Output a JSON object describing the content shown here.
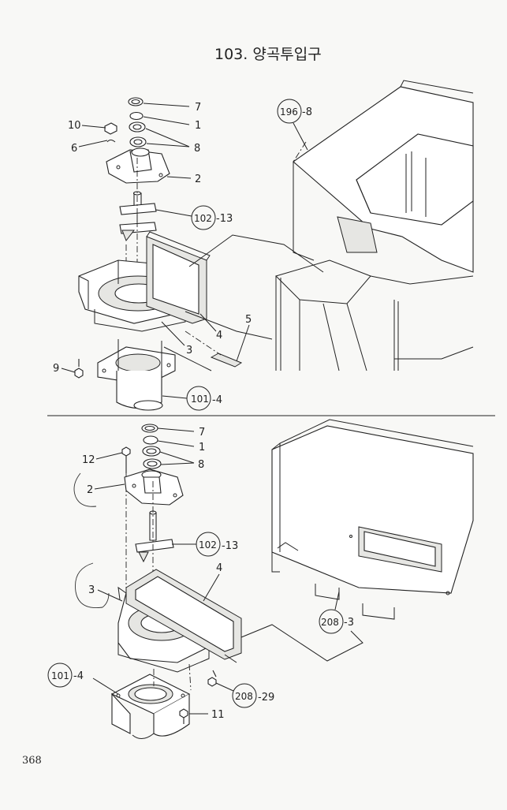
{
  "page": {
    "title": "103. 양곡투입구",
    "page_number": "368"
  },
  "top_view": {
    "callouts": [
      {
        "id": "t7",
        "label": "7"
      },
      {
        "id": "t1",
        "label": "1"
      },
      {
        "id": "t8",
        "label": "8"
      },
      {
        "id": "t10",
        "label": "10"
      },
      {
        "id": "t6",
        "label": "6"
      },
      {
        "id": "t2",
        "label": "2"
      },
      {
        "id": "t4",
        "label": "4"
      },
      {
        "id": "t5",
        "label": "5"
      },
      {
        "id": "t3",
        "label": "3"
      },
      {
        "id": "t9",
        "label": "9"
      }
    ],
    "references": [
      {
        "id": "tr196",
        "ref": "196",
        "suffix": "-8"
      },
      {
        "id": "tr102",
        "ref": "102",
        "suffix": "-13"
      },
      {
        "id": "tr101",
        "ref": "101",
        "suffix": "-4"
      }
    ]
  },
  "bottom_view": {
    "callouts": [
      {
        "id": "b7",
        "label": "7"
      },
      {
        "id": "b1",
        "label": "1"
      },
      {
        "id": "b8",
        "label": "8"
      },
      {
        "id": "b12",
        "label": "12"
      },
      {
        "id": "b2",
        "label": "2"
      },
      {
        "id": "b4",
        "label": "4"
      },
      {
        "id": "b3",
        "label": "3"
      },
      {
        "id": "b11",
        "label": "11"
      }
    ],
    "references": [
      {
        "id": "br102",
        "ref": "102",
        "suffix": "-13"
      },
      {
        "id": "br208a",
        "ref": "208",
        "suffix": "-3"
      },
      {
        "id": "br101",
        "ref": "101",
        "suffix": "-4"
      },
      {
        "id": "br208b",
        "ref": "208",
        "suffix": "-29"
      }
    ]
  }
}
